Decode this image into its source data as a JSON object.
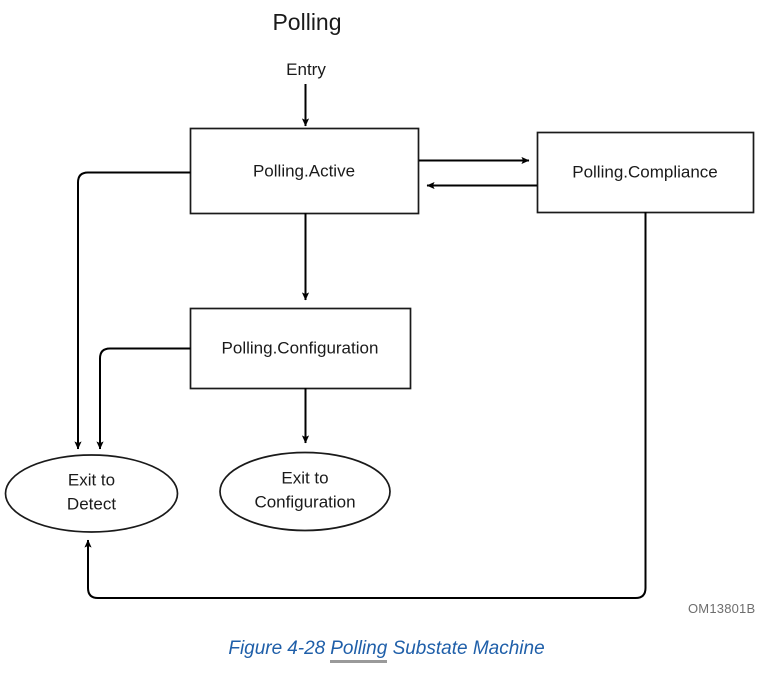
{
  "diagram": {
    "title": "Polling",
    "entry_label": "Entry",
    "doc_code": "OM13801B",
    "colors": {
      "stroke": "#000000",
      "node_stroke": "#1a1a1a",
      "node_fill": "#ffffff",
      "caption": "#1F5FA9",
      "code": "#6e6e6e",
      "underline": "#9a9a9a"
    },
    "states": [
      {
        "id": "active",
        "label": "Polling.Active",
        "shape": "rect"
      },
      {
        "id": "compliance",
        "label": "Polling.Compliance",
        "shape": "rect"
      },
      {
        "id": "configuration",
        "label": "Polling.Configuration",
        "shape": "rect"
      }
    ],
    "exits": [
      {
        "id": "exit-detect",
        "label_line1": "Exit to",
        "label_line2": "Detect",
        "shape": "ellipse"
      },
      {
        "id": "exit-configuration",
        "label_line1": "Exit to",
        "label_line2": "Configuration",
        "shape": "ellipse"
      }
    ],
    "transitions": [
      {
        "from": "entry",
        "to": "active"
      },
      {
        "from": "active",
        "to": "compliance"
      },
      {
        "from": "compliance",
        "to": "active"
      },
      {
        "from": "active",
        "to": "configuration"
      },
      {
        "from": "active",
        "to": "exit-detect"
      },
      {
        "from": "configuration",
        "to": "exit-detect"
      },
      {
        "from": "configuration",
        "to": "exit-configuration"
      },
      {
        "from": "compliance",
        "to": "exit-detect"
      }
    ]
  },
  "caption": {
    "figure_word": "Figure",
    "figure_number": "4-28",
    "title_part1": "Polling",
    "title_part2": "Substate Machine"
  }
}
